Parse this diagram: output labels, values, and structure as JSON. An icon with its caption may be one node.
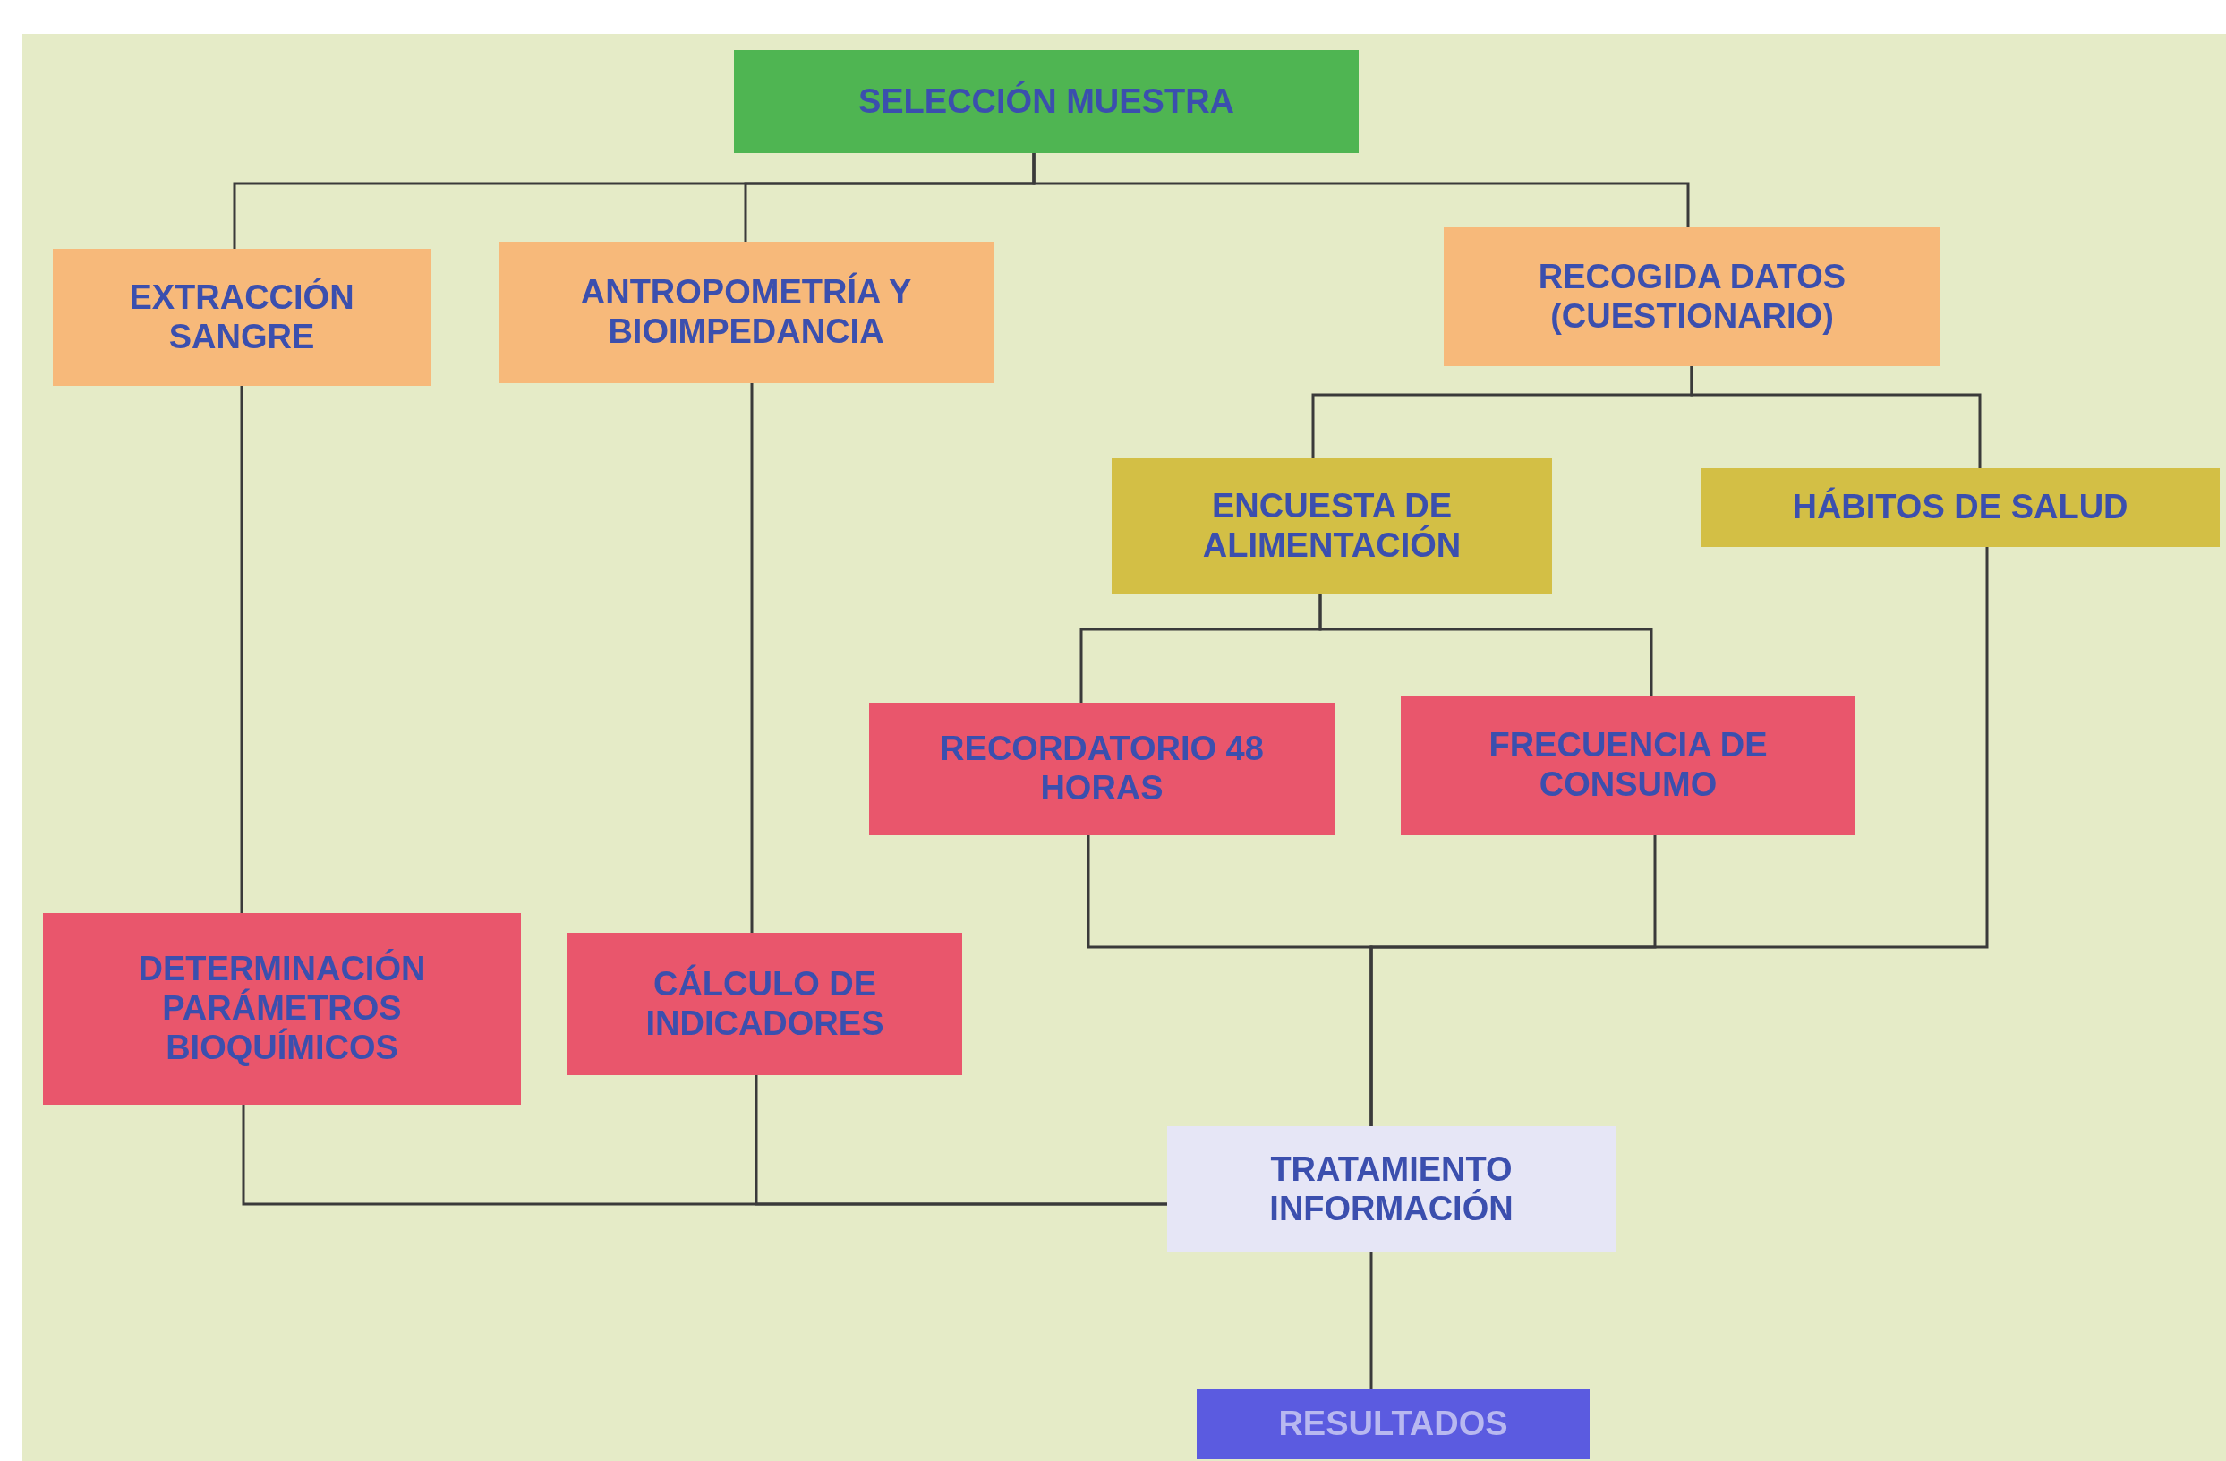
{
  "diagram": {
    "nodes": [
      {
        "text": [
          "SELECCIÓN MUESTRA"
        ]
      },
      {
        "text": [
          "EXTRACCIÓN SANGRE"
        ]
      },
      {
        "text": [
          "ANTROPOMETRÍA Y BIOIMPEDANCIA"
        ]
      },
      {
        "text": [
          "RECOGIDA DATOS (CUESTIONARIO)"
        ]
      },
      {
        "text": [
          "ENCUESTA DE ALIMENTACIÓN"
        ]
      },
      {
        "text": [
          "HÁBITOS DE SALUD"
        ]
      },
      {
        "text": [
          "RECORDATORIO 48 HORAS"
        ]
      },
      {
        "text": [
          "FRECUENCIA DE CONSUMO"
        ]
      },
      {
        "text": [
          "DETERMINACIÓN PARÁMETROS BIOQUÍMICOS"
        ]
      },
      {
        "text": [
          "CÁLCULO DE INDICADORES"
        ]
      },
      {
        "text": [
          "TRATAMIENTO INFORMACIÓN"
        ]
      },
      {
        "text": [
          "RESULTADOS"
        ]
      }
    ],
    "edges": [
      {
        "from": 0,
        "to": 1,
        "arrow": "none"
      },
      {
        "from": 0,
        "to": 2,
        "arrow": "none"
      },
      {
        "from": 0,
        "to": 3,
        "arrow": "none"
      },
      {
        "from": 3,
        "to": 4,
        "arrow": "none"
      },
      {
        "from": 3,
        "to": 5,
        "arrow": "none"
      },
      {
        "from": 4,
        "to": 6,
        "arrow": "none"
      },
      {
        "from": 4,
        "to": 7,
        "arrow": "none"
      },
      {
        "from": 1,
        "to": 8,
        "arrow": "none"
      },
      {
        "from": 2,
        "to": 9,
        "arrow": "none"
      },
      {
        "from": 6,
        "to": 10,
        "arrow": "none"
      },
      {
        "from": 7,
        "to": 10,
        "arrow": "none"
      },
      {
        "from": 5,
        "to": 10,
        "arrow": "none"
      },
      {
        "from": 8,
        "to": 10,
        "arrow": "none"
      },
      {
        "from": 9,
        "to": 10,
        "arrow": "none"
      },
      {
        "from": 10,
        "to": 11,
        "arrow": "none"
      }
    ]
  }
}
